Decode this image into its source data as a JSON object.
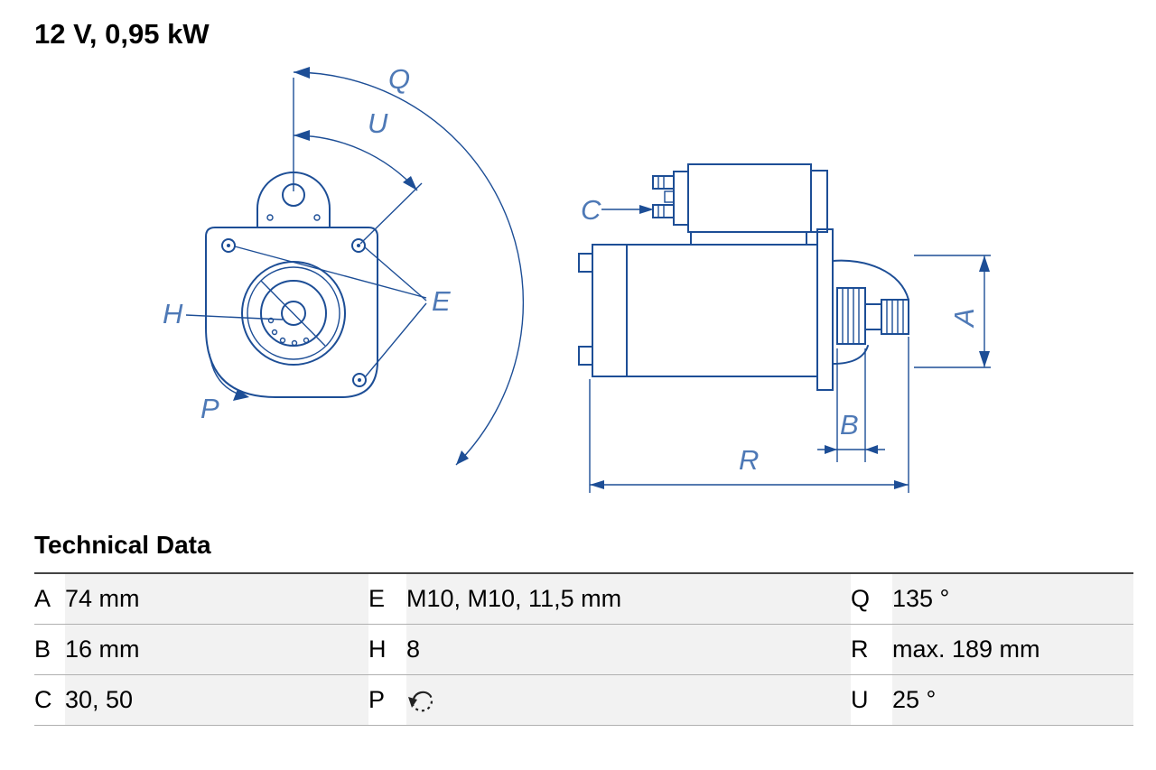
{
  "title": "12 V, 0,95 kW",
  "colors": {
    "line-color": "#1d4e96",
    "label-color": "#4e79b6"
  },
  "drawing": {
    "labels": {
      "Q": "Q",
      "U": "U",
      "E": "E",
      "H": "H",
      "P": "P",
      "C": "C",
      "A": "A",
      "B": "B",
      "R": "R"
    }
  },
  "table": {
    "heading": "Technical Data",
    "rows": [
      {
        "cells": [
          {
            "key": "A",
            "value": "74 mm"
          },
          {
            "key": "E",
            "value": "M10, M10, 11,5 mm"
          },
          {
            "key": "Q",
            "value": "135 °"
          }
        ]
      },
      {
        "cells": [
          {
            "key": "B",
            "value": "16 mm"
          },
          {
            "key": "H",
            "value": "8"
          },
          {
            "key": "R",
            "value": "max. 189 mm"
          }
        ]
      },
      {
        "cells": [
          {
            "key": "C",
            "value": "30, 50"
          },
          {
            "key": "P",
            "value": "",
            "icon": "rotation-counterclockwise-icon"
          },
          {
            "key": "U",
            "value": "25 °"
          }
        ]
      }
    ]
  }
}
